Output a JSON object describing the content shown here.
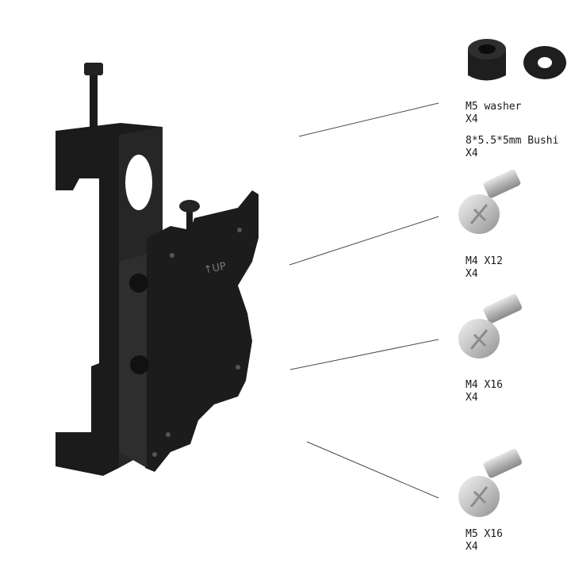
{
  "bracket": {
    "up_marker": "↑UP"
  },
  "parts": [
    {
      "name": "M5 washer",
      "qty": "X4"
    },
    {
      "name": "8*5.5*5mm Bushi",
      "qty": "X4"
    },
    {
      "name": "M4 X12",
      "qty": "X4"
    },
    {
      "name": "M4 X16",
      "qty": "X4"
    },
    {
      "name": "M5 X16",
      "qty": "X4"
    }
  ],
  "colors": {
    "bracket": "#1b1b1b",
    "bracket_shade": "#2c2c2c",
    "screw": "#c9c9c9",
    "leader_line": "#4a4a4a"
  },
  "icons": [
    "bushing-icon",
    "washer-icon",
    "screw-icon"
  ]
}
